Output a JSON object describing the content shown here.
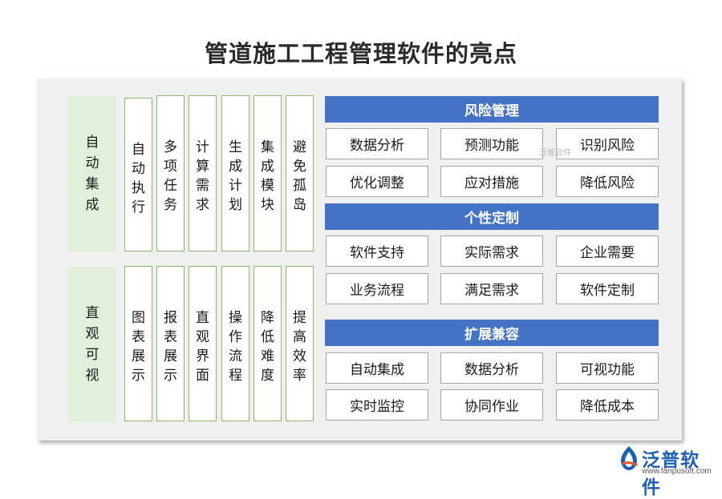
{
  "title": "管道施工工程管理软件的亮点",
  "left": {
    "groups": [
      {
        "label": "自动集成",
        "items": [
          "自动执行",
          "多项任务",
          "计算需求",
          "生成计划",
          "集成模块",
          "避免孤岛"
        ]
      },
      {
        "label": "直观可视",
        "items": [
          "图表展示",
          "报表展示",
          "直观界面",
          "操作流程",
          "降低难度",
          "提高效率"
        ]
      }
    ]
  },
  "right": {
    "sections": [
      {
        "title": "风险管理",
        "items": [
          "数据分析",
          "预测功能",
          "识别风险",
          "优化调整",
          "应对措施",
          "降低风险"
        ]
      },
      {
        "title": "个性定制",
        "items": [
          "软件支持",
          "实际需求",
          "企业需要",
          "业务流程",
          "满足需求",
          "软件定制"
        ]
      },
      {
        "title": "扩展兼容",
        "items": [
          "自动集成",
          "数据分析",
          "可视功能",
          "实时监控",
          "协同作业",
          "降低成本"
        ]
      }
    ]
  },
  "watermark": {
    "text": "泛普软件",
    "url": "www.fanpusoft.com"
  },
  "colors": {
    "header": "#4472c4",
    "side_fill": "#e2efda",
    "col_border": "#8ab66a",
    "logo": "#1f5fb0"
  }
}
